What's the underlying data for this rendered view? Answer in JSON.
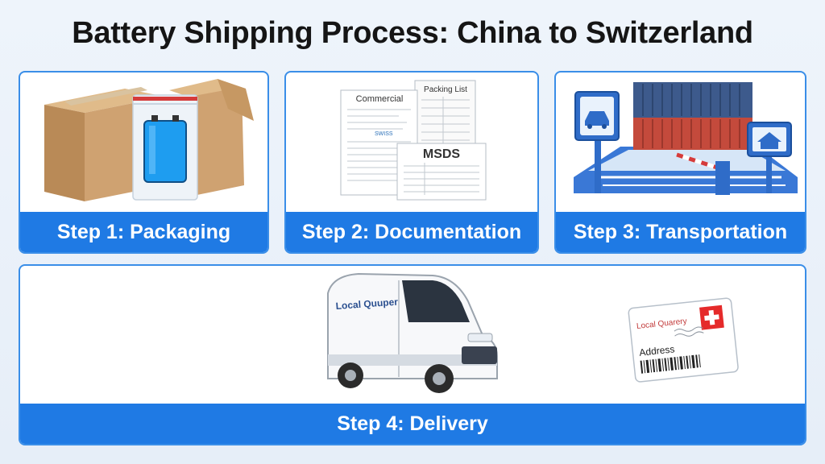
{
  "title": "Battery Shipping Process: China to Switzerland",
  "steps": [
    {
      "label": "Step 1: Packaging"
    },
    {
      "label": "Step 2: Documentation"
    },
    {
      "label": "Step 3: Transportation"
    },
    {
      "label": "Step 4: Delivery"
    }
  ],
  "documents": {
    "invoice_title": "Commercial",
    "packing_title": "Packing List",
    "msds_title": "MSDS",
    "stamp_text": "SWISS"
  },
  "van": {
    "side_text": "Local Quuper"
  },
  "parcel_label": {
    "company": "Local Quarery",
    "address_label": "Address"
  },
  "colors": {
    "accent": "#1f7ae4",
    "card_border": "#3a8ee8",
    "cardboard": "#c9a070",
    "battery_blue": "#1e9df0",
    "container_blue": "#3d5a8c",
    "container_red": "#c44a3c",
    "swiss_red": "#e52a2a"
  },
  "icons": [
    "cardboard-box-icon",
    "battery-bag-icon",
    "document-icon",
    "car-sign-icon",
    "container-icon",
    "barrier-icon",
    "warehouse-sign-icon",
    "van-icon",
    "shipping-label-icon",
    "swiss-flag-icon",
    "barcode-icon"
  ]
}
